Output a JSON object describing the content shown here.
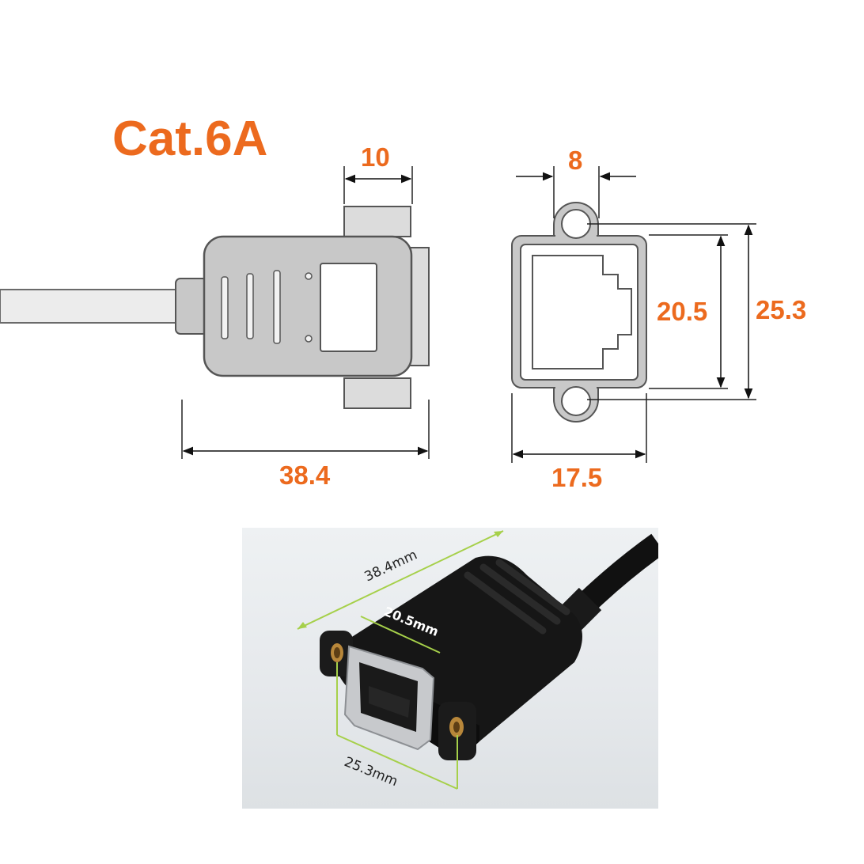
{
  "title": "Cat.6A",
  "side_view": {
    "dim_width": "10",
    "dim_length": "38.4"
  },
  "front_view": {
    "dim_hole_spacing": "8",
    "dim_inner_height": "20.5",
    "dim_outer_height": "25.3",
    "dim_width": "17.5"
  },
  "photo": {
    "label_length": "38.4mm",
    "label_inner": "20.5mm",
    "label_outer": "25.3mm"
  },
  "colors": {
    "accent": "#ec6a1e",
    "body_fill": "#c8c8c8",
    "outline": "#555555",
    "measure": "#a6d04a"
  }
}
